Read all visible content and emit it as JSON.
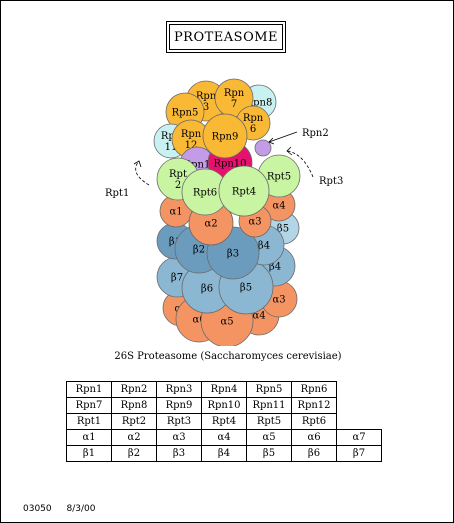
{
  "title": "PROTEASOME",
  "caption": "26S Proteasome (Saccharomyces cerevisiae)",
  "labels": {
    "rpn2": "Rpn2",
    "rpt1": "Rpt1",
    "rpt3": "Rpt3"
  },
  "colors": {
    "rpn_gold": "#f9b935",
    "rpn_cyan": "#c9f1f1",
    "rpn_purple": "#c49be6",
    "rpn10_magenta": "#e8106f",
    "rpt_green": "#c9f5a3",
    "alpha_salmon": "#f59463",
    "beta_blue": "#8bb7d2",
    "beta_dark": "#6b9cbe",
    "beta_light": "#b3d6e6"
  },
  "subunits": {
    "alpha": [
      {
        "label": "α7"
      },
      {
        "label": "α6"
      },
      {
        "label": "α5"
      },
      {
        "label": "α4"
      },
      {
        "label": "α3"
      },
      {
        "label": "α1"
      },
      {
        "label": "α2"
      },
      {
        "label": "α3"
      },
      {
        "label": "α4"
      }
    ],
    "beta": [
      {
        "label": "β7"
      },
      {
        "label": "β6"
      },
      {
        "label": "β5"
      },
      {
        "label": "β4"
      },
      {
        "label": "β1"
      },
      {
        "label": "β2"
      },
      {
        "label": "β3"
      },
      {
        "label": "β4"
      },
      {
        "label": "β5"
      }
    ],
    "rpt": [
      {
        "label": "Rpt\n2"
      },
      {
        "label": "Rpt6"
      },
      {
        "label": "Rpt4"
      },
      {
        "label": "Rpt5"
      },
      {
        "label": "Rpt1"
      }
    ],
    "rpn": [
      {
        "label": "Rpn\n3"
      },
      {
        "label": "Rpn\n7"
      },
      {
        "label": "Rpn8"
      },
      {
        "label": "Rpn5"
      },
      {
        "label": "Rpn\n6"
      },
      {
        "label": "Rpn\n11"
      },
      {
        "label": "Rpn\n12"
      },
      {
        "label": "Rpn9"
      },
      {
        "label": "Rpn10"
      }
    ]
  },
  "table": [
    [
      "Rpn1",
      "Rpn2",
      "Rpn3",
      "Rpn4",
      "Rpn5",
      "Rpn6",
      ""
    ],
    [
      "Rpn7",
      "Rpn8",
      "Rpn9",
      "Rpn10",
      "Rpn11",
      "Rpn12",
      ""
    ],
    [
      "Rpt1",
      "Rpt2",
      "Rpt3",
      "Rpt4",
      "Rpt5",
      "Rpt6",
      ""
    ],
    [
      "α1",
      "α2",
      "α3",
      "α4",
      "α5",
      "α6",
      "α7"
    ],
    [
      "β1",
      "β2",
      "β3",
      "β4",
      "β5",
      "β6",
      "β7"
    ]
  ],
  "footer": {
    "code": "03050",
    "date": "8/3/00"
  }
}
